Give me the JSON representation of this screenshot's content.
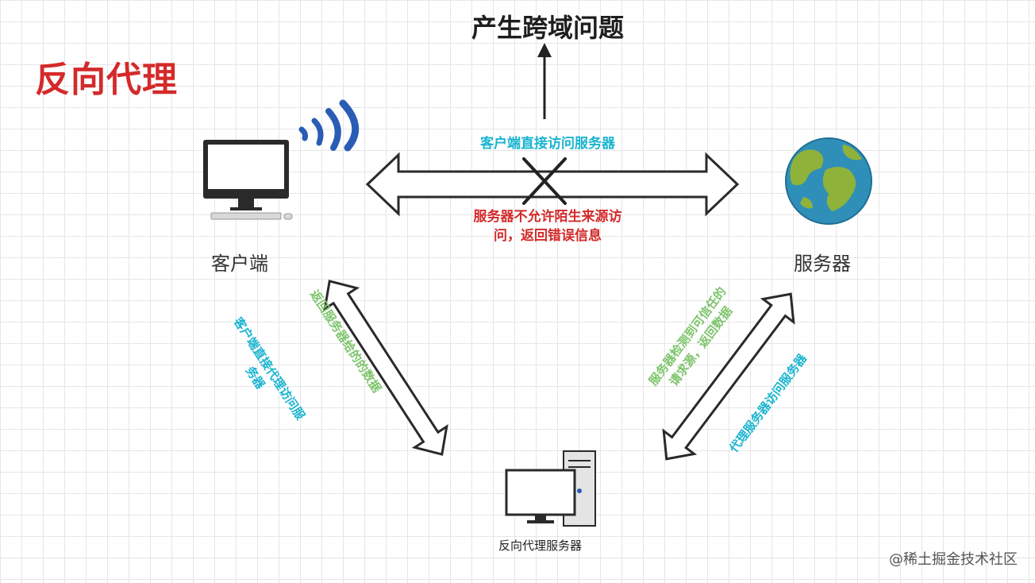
{
  "title": "反向代理",
  "top_label": "产生跨域问题",
  "nodes": {
    "client": "客户端",
    "server": "服务器",
    "proxy": "反向代理服务器"
  },
  "edges": {
    "direct_access": "客户端直接访问服务器",
    "rejected": "服务器不允许陌生来源访\n问，返回错误信息",
    "client_to_proxy": "客户端直接代理访问服\n务器",
    "proxy_to_client": "返回服务器给的的数据",
    "server_to_proxy": "服务器检测到可信任的\n请求源，返回数据",
    "proxy_to_server": "代理服务器访问服务器"
  },
  "watermark": "@稀土掘金技术社区",
  "colors": {
    "title": "#d42a2a",
    "cyan": "#1ab4cf",
    "green": "#7dc46c",
    "red": "#d42a2a"
  }
}
